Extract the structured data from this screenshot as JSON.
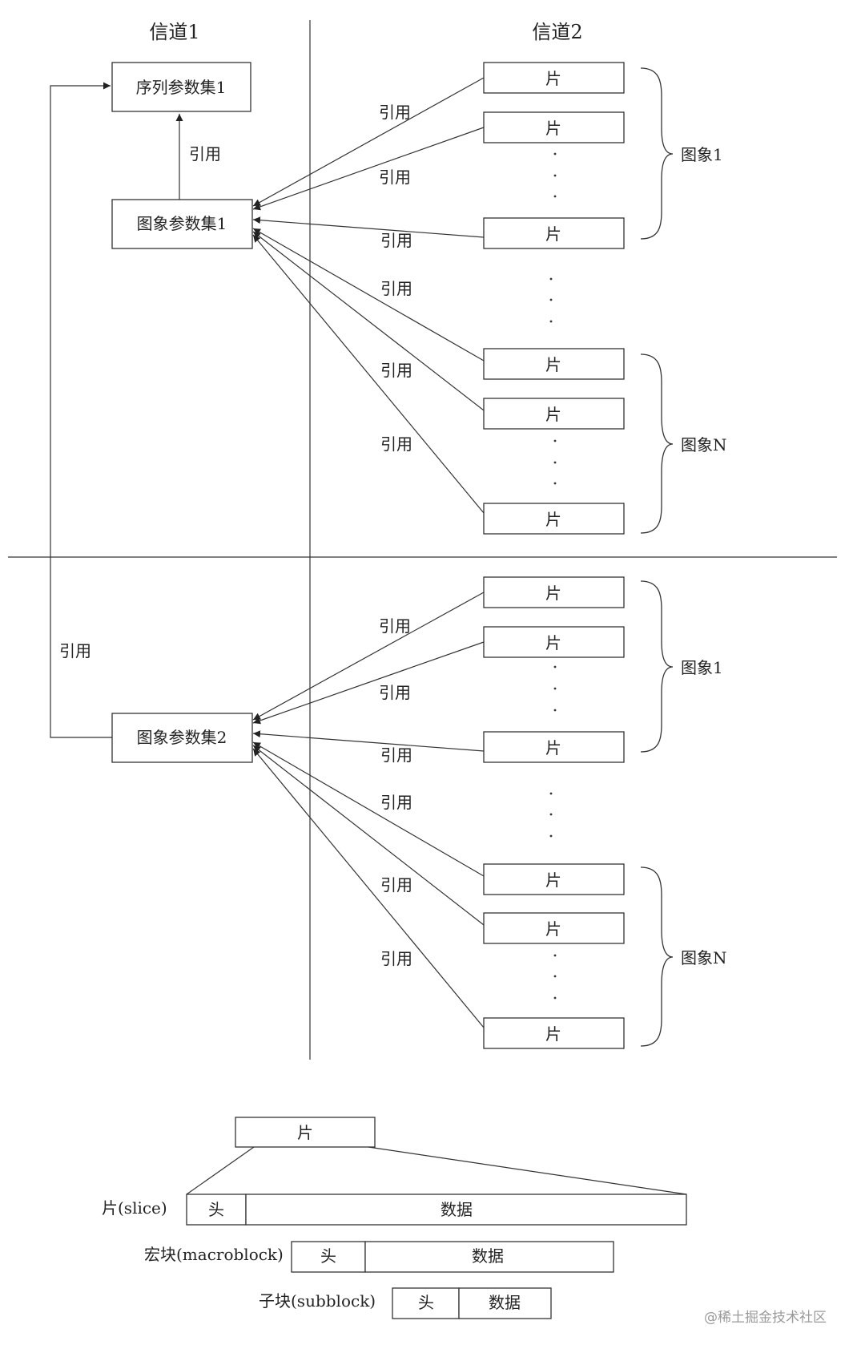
{
  "channels": {
    "ch1": "信道1",
    "ch2": "信道2"
  },
  "top": {
    "sps": "序列参数集1",
    "pps": "图象参数集1",
    "ref_sps": "引用",
    "slices": [
      "片",
      "片",
      "片",
      "片",
      "片",
      "片"
    ],
    "refs": [
      "引用",
      "引用",
      "引用",
      "引用",
      "引用",
      "引用"
    ],
    "group1": "图象1",
    "groupN": "图象N"
  },
  "bottom": {
    "pps": "图象参数集2",
    "ref_sps": "引用",
    "slices": [
      "片",
      "片",
      "片",
      "片",
      "片",
      "片"
    ],
    "refs": [
      "引用",
      "引用",
      "引用",
      "引用",
      "引用",
      "引用"
    ],
    "group1": "图象1",
    "groupN": "图象N"
  },
  "structure": {
    "slice_box": "片",
    "slice_label": "片(slice)",
    "macro_label": "宏块(macroblock)",
    "sub_label": "子块(subblock)",
    "head": "头",
    "data": "数据"
  },
  "watermark": "@稀土掘金技术社区"
}
